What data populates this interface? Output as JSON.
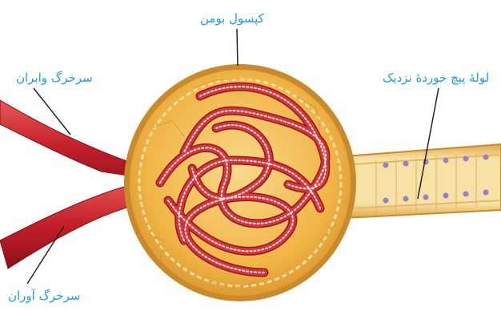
{
  "labels": {
    "bowman_capsule": "کپسول بومن",
    "efferent_arteriole": "سرخرگ وابران",
    "proximal_tubule": "لولهٔ پیچ خوردهٔ نزدیک",
    "afferent_arteriole": "سرخرگ آوران"
  },
  "colors": {
    "label_text": "#1e9fd8",
    "leader_line": "#222222",
    "capsule_outer": "#c88a2a",
    "capsule_fill": "#f3b548",
    "capsule_inner": "#f6cf7a",
    "vessel_red": "#c4202b",
    "capillary_red": "#d5353d",
    "capillary_white": "#fbe9e3",
    "tubule_fill": "#f4dc9a",
    "nucleus": "#9b7ec8"
  }
}
